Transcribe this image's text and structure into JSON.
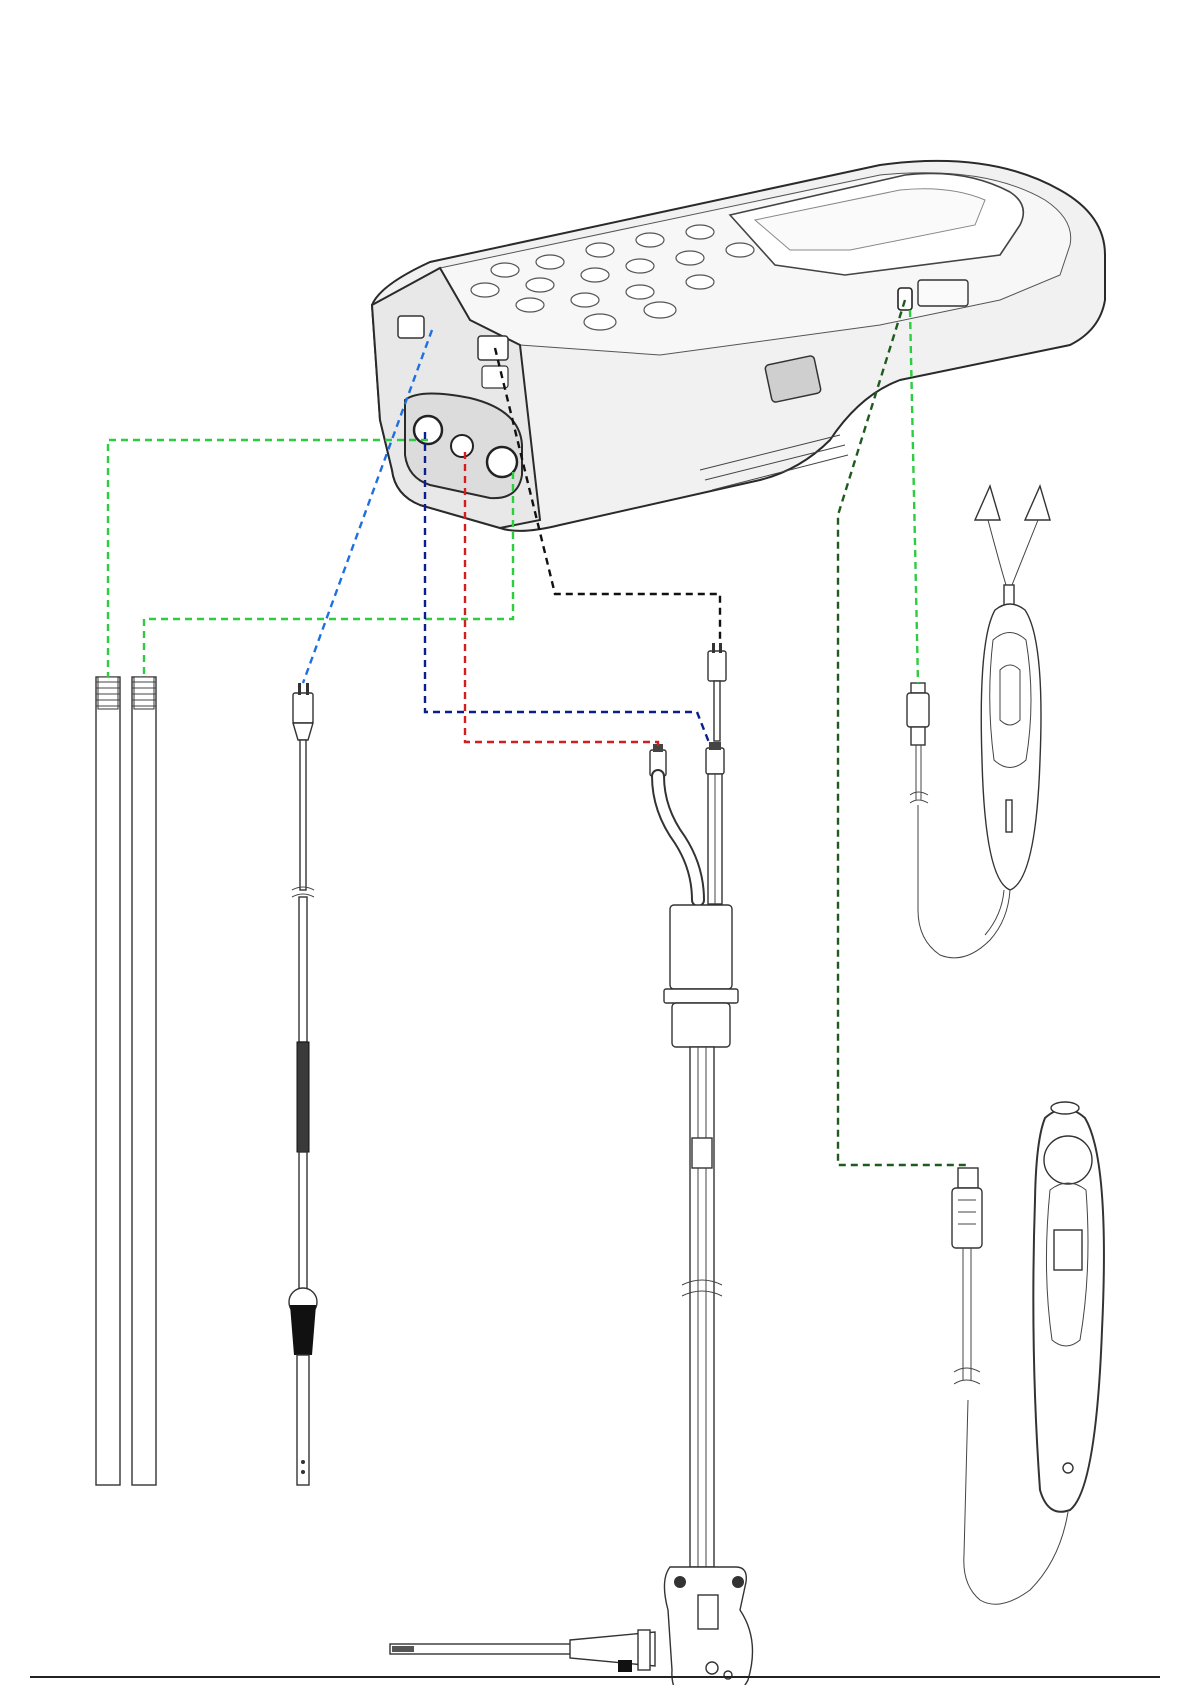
{
  "diagram": {
    "colors": {
      "green": "#2ecc40",
      "dark_green": "#1f5a1f",
      "light_blue": "#1e6fe0",
      "navy": "#0a1f8c",
      "red": "#d21e1e",
      "black": "#111111",
      "device_line": "#2a2a2a"
    },
    "components": [
      {
        "id": "analyzer-device",
        "icon": "handheld-analyzer-icon"
      },
      {
        "id": "extension-tube-1",
        "icon": "tube-icon"
      },
      {
        "id": "extension-tube-2",
        "icon": "tube-icon"
      },
      {
        "id": "temperature-probe",
        "icon": "temperature-probe-icon"
      },
      {
        "id": "flue-gas-probe",
        "icon": "flue-gas-probe-icon"
      },
      {
        "id": "clamp-probe",
        "icon": "clamp-probe-icon"
      },
      {
        "id": "handheld-probe",
        "icon": "handheld-probe-icon"
      }
    ],
    "connections": [
      {
        "from": "left-port",
        "to": "extension-tube-1",
        "color": "green"
      },
      {
        "from": "right-port",
        "to": "extension-tube-2",
        "color": "green"
      },
      {
        "from": "top-left-socket",
        "to": "temperature-probe",
        "color": "light_blue"
      },
      {
        "from": "left-port",
        "to": "flue-gas-probe",
        "color": "navy"
      },
      {
        "from": "middle-port",
        "to": "flue-gas-probe",
        "color": "red"
      },
      {
        "from": "top-right-socket",
        "to": "flue-gas-probe",
        "color": "black"
      },
      {
        "from": "side-socket",
        "to": "clamp-probe",
        "color": "green"
      },
      {
        "from": "side-socket",
        "to": "handheld-probe",
        "color": "dark_green"
      }
    ]
  },
  "footer": {
    "page_number": ""
  }
}
